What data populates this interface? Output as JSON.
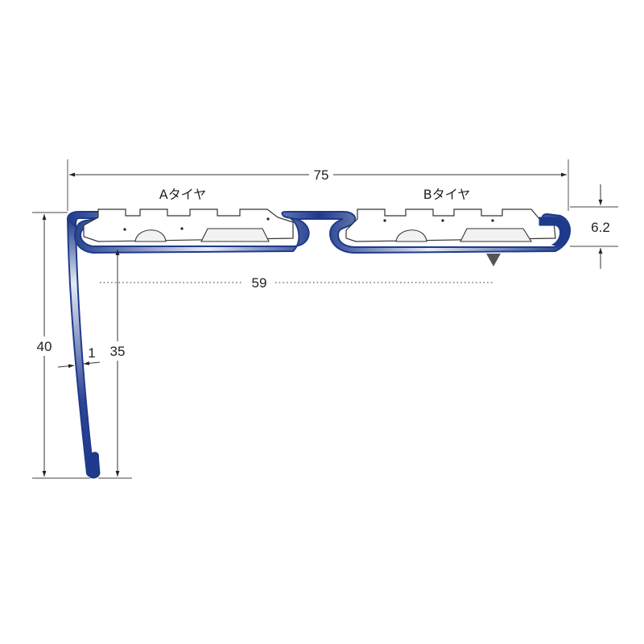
{
  "labels": {
    "tire_a": "Aタイヤ",
    "tire_b": "Bタイヤ"
  },
  "dimensions": {
    "width": "75",
    "height": "6.2",
    "inner_width": "59",
    "leg_height": "40",
    "leg_inner": "35",
    "thickness": "1"
  },
  "colors": {
    "profile_dark": "#1f3a8a",
    "profile_light": "#e6ecf6",
    "tire_fill": "#ffffff",
    "marker": "#555555"
  },
  "icons": {
    "marker": "triangle-down-icon"
  }
}
